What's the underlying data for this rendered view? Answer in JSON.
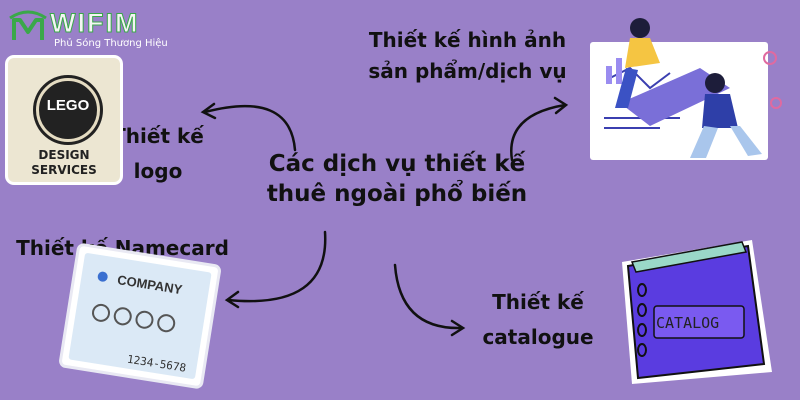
{
  "brand": {
    "name": "WIFIM",
    "tagline": "Phủ Sóng Thương Hiệu"
  },
  "center_title": "Các dịch vụ thiết kế thuê ngoài phổ biến",
  "services": {
    "logo": {
      "label_line1": "Thiết kế",
      "label_line2": "logo"
    },
    "product": {
      "label_line1": "Thiết kế hình ảnh",
      "label_line2": "sản phẩm/dịch vụ"
    },
    "namecard": {
      "label": "Thiết kế Namecard"
    },
    "catalogue": {
      "label_line1": "Thiết kế",
      "label_line2": "catalogue"
    }
  },
  "logo_card": {
    "badge_text": "LEGO",
    "line1": "DESIGN",
    "line2": "SERVICES"
  },
  "namecard_card": {
    "company": "COMPANY",
    "number": "1234-5678"
  },
  "catalog_card": {
    "text": "CATALOG"
  },
  "colors": {
    "background": "#9980c8",
    "catalog_cover": "#5a3ce0",
    "brand_green": "#3aa84a"
  }
}
